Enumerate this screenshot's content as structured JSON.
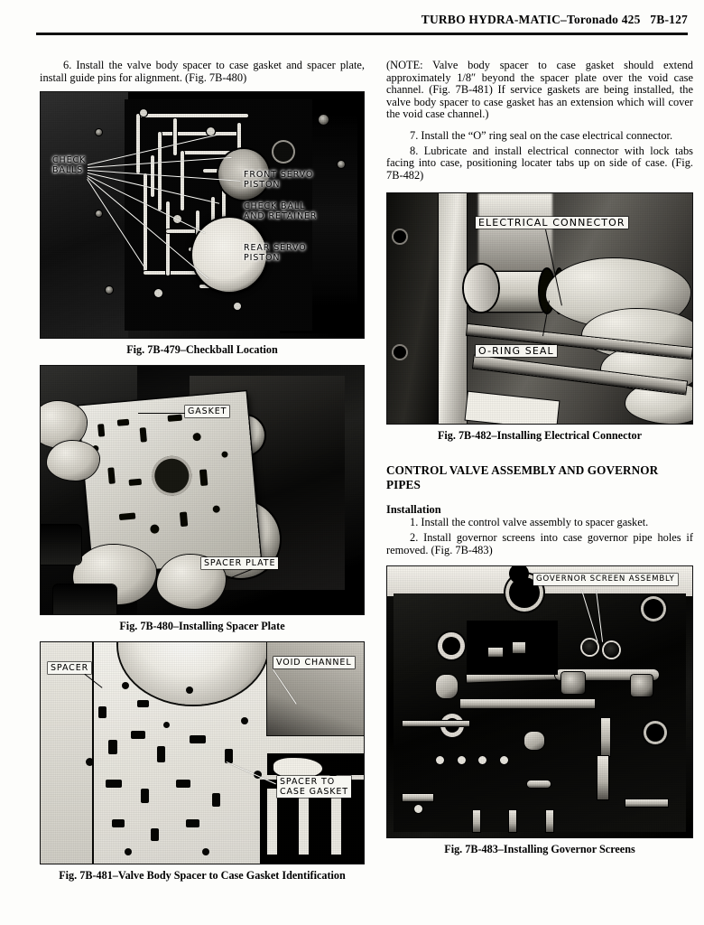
{
  "header": {
    "title": "TURBO HYDRA-MATIC–Toronado 425",
    "page_number": "7B-127"
  },
  "left_column": {
    "step6": "6. Install the valve body spacer to case gasket and spacer plate, install guide pins for alignment. (Fig. 7B-480)"
  },
  "right_column": {
    "note": "(NOTE: Valve body spacer to case gasket should extend approximately 1/8″ beyond the spacer plate over the void case channel. (Fig. 7B-481) If service gaskets are being installed, the valve body spacer to case gasket has an extension which will cover the void case channel.)",
    "step7": "7. Install the “O” ring seal on the case electrical connector.",
    "step8": "8. Lubricate and install electrical connector with lock tabs facing into case, positioning locater tabs up on side of case. (Fig. 7B-482)",
    "section_heading": "CONTROL VALVE ASSEMBLY AND GOVERNOR PIPES",
    "sub_heading": "Installation",
    "step1": "1. Install the control valve assembly to spacer gasket.",
    "step2": "2. Install governor screens into case governor pipe holes if removed. (Fig. 7B-483)"
  },
  "figures": {
    "fig479": {
      "caption": "Fig. 7B-479–Checkball Location",
      "labels": {
        "check_balls": "CHECK\nBALLS",
        "check_balls_l1": "CHECK",
        "check_balls_l2": "BALLS",
        "front_servo_l1": "FRONT SERVO",
        "front_servo_l2": "PISTON",
        "check_ball_ret_l1": "CHECK BALL",
        "check_ball_ret_l2": "AND RETAINER",
        "rear_servo_l1": "REAR SERVO",
        "rear_servo_l2": "PISTON"
      }
    },
    "fig480": {
      "caption": "Fig. 7B-480–Installing Spacer Plate",
      "labels": {
        "gasket": "GASKET",
        "spacer_plate": "SPACER PLATE"
      }
    },
    "fig481": {
      "caption": "Fig. 7B-481–Valve Body Spacer to Case Gasket Identification",
      "labels": {
        "spacer": "SPACER",
        "void_channel": "VOID CHANNEL",
        "spacer_to_case_l1": "SPACER TO",
        "spacer_to_case_l2": "CASE GASKET"
      }
    },
    "fig482": {
      "caption": "Fig. 7B-482–Installing Electrical Connector",
      "labels": {
        "electrical_connector": "ELECTRICAL CONNECTOR",
        "o_ring_seal": "O-RING SEAL"
      }
    },
    "fig483": {
      "caption": "Fig. 7B-483–Installing Governor Screens",
      "labels": {
        "governor_screen_assembly": "GOVERNOR SCREEN ASSEMBLY"
      }
    }
  }
}
